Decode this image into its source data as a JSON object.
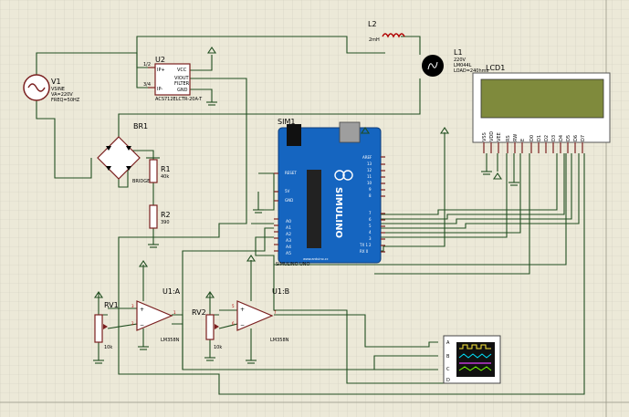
{
  "components": {
    "v1": {
      "ref": "V1",
      "l1": "VSINE",
      "l2": "VA=220V",
      "l3": "FREQ=50HZ"
    },
    "u2": {
      "ref": "U2",
      "p1": "IP+",
      "p2": "IP-",
      "p3": "VCC",
      "p4": "VIOUT",
      "p5": "FILTER",
      "p6": "GND",
      "n1": "1/2",
      "n2": "3/4",
      "part": "ACS712ELCTR-20A-T"
    },
    "l2": {
      "ref": "L2",
      "val": "2mH"
    },
    "l1": {
      "ref": "L1",
      "l1": "220V",
      "l2": "LM044L",
      "l3": "LOAD=240hms"
    },
    "lcd": {
      "ref": "LCD1",
      "pins": [
        "VSS",
        "VDD",
        "VEE",
        "RS",
        "RW",
        "E",
        "D0",
        "D1",
        "D2",
        "D3",
        "D4",
        "D5",
        "D6",
        "D7"
      ]
    },
    "br1": {
      "ref": "BR1",
      "name": "BRIDGE"
    },
    "r1": {
      "ref": "R1",
      "val": "40k"
    },
    "r2": {
      "ref": "R2",
      "val": "390"
    },
    "sim": {
      "ref": "SIM1",
      "name": "SIMULINO UNO",
      "logo": "SIMULINO",
      "aref": "AREF",
      "analog": [
        "A0",
        "A1",
        "A2",
        "A3",
        "A4",
        "A5"
      ],
      "power": [
        "RESET",
        "5V",
        "GND"
      ],
      "digital": [
        "13",
        "12",
        "11",
        "10",
        "9",
        "8",
        "7",
        "6",
        "5",
        "4",
        "3",
        "2"
      ],
      "tx": "TX 1",
      "rx": "RX 0",
      "site": "www.arduino.cc"
    },
    "u1a": {
      "ref": "U1:A",
      "part": "LM358N",
      "n3": "3",
      "n2": "2",
      "n1": "1"
    },
    "u1b": {
      "ref": "U1:B",
      "part": "LM358N",
      "n5": "5",
      "n6": "6",
      "n7": "7"
    },
    "rv1": {
      "ref": "RV1",
      "val": "10k"
    },
    "rv2": {
      "ref": "RV2",
      "val": "10k"
    },
    "scope": {
      "pins": [
        "A",
        "B",
        "C",
        "D"
      ]
    }
  },
  "colors": {
    "background": "#ece9d8",
    "grid": "#cfcdbd",
    "wire": "#1f4d1f",
    "pin": "#7a1f1f",
    "board": "#1565c0",
    "lcd": "#7f8a3c"
  }
}
